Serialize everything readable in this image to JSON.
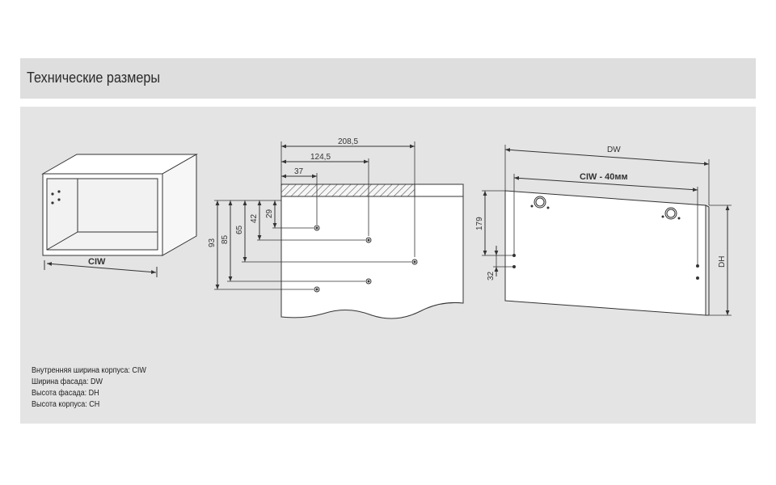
{
  "header": {
    "title": "Технические размеры"
  },
  "cabinet": {
    "width_label": "CIW"
  },
  "side_view": {
    "horizontal_dims": [
      "208,5",
      "124,5",
      "37"
    ],
    "vertical_dims": [
      "93",
      "85",
      "65",
      "42",
      "29"
    ]
  },
  "front_view": {
    "width_label": "DW",
    "inner_width_label": "CIW - 40мм",
    "height_label": "DH",
    "dim_179": "179",
    "dim_32": "32"
  },
  "legend": [
    "Внутренняя ширина корпуса: CIW",
    "Ширина фасада: DW",
    "Высота фасада: DH",
    "Высота корпуса: CH"
  ],
  "colors": {
    "header_bg": "#dedede",
    "panel_bg": "#e4e4e4",
    "line": "#333333"
  }
}
